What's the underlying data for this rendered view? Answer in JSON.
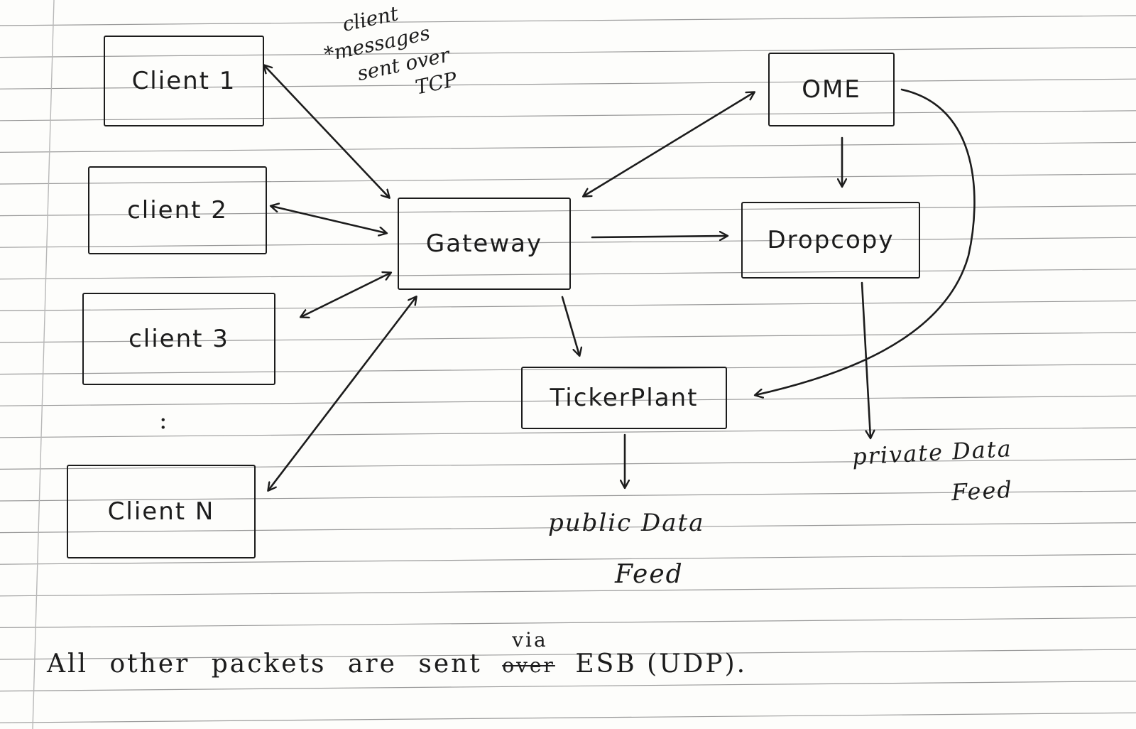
{
  "boxes": {
    "client1": "Client 1",
    "client2": "client 2",
    "client3": "client 3",
    "clientN": "Client N",
    "gateway": "Gateway",
    "ome": "OME",
    "dropcopy": "Dropcopy",
    "tickerplant": "TickerPlant"
  },
  "annotations": {
    "tcp_note_line1": "client",
    "tcp_note_line2": "*messages",
    "tcp_note_line3": "sent over",
    "tcp_note_line4": "TCP",
    "continuation": ":",
    "public_feed_line1": "public Data",
    "public_feed_line2": "Feed",
    "private_feed_line1": "private Data",
    "private_feed_line2": "Feed"
  },
  "footer": {
    "text_before": "All other packets are sent",
    "struck_word": "over",
    "inserted_word": "via",
    "text_after": "ESB (UDP)."
  },
  "colors": {
    "ink": "#1c1c1c",
    "rule_line": "#9a9a9a",
    "margin_line": "#b8b8b8",
    "paper": "#fdfdfb"
  }
}
